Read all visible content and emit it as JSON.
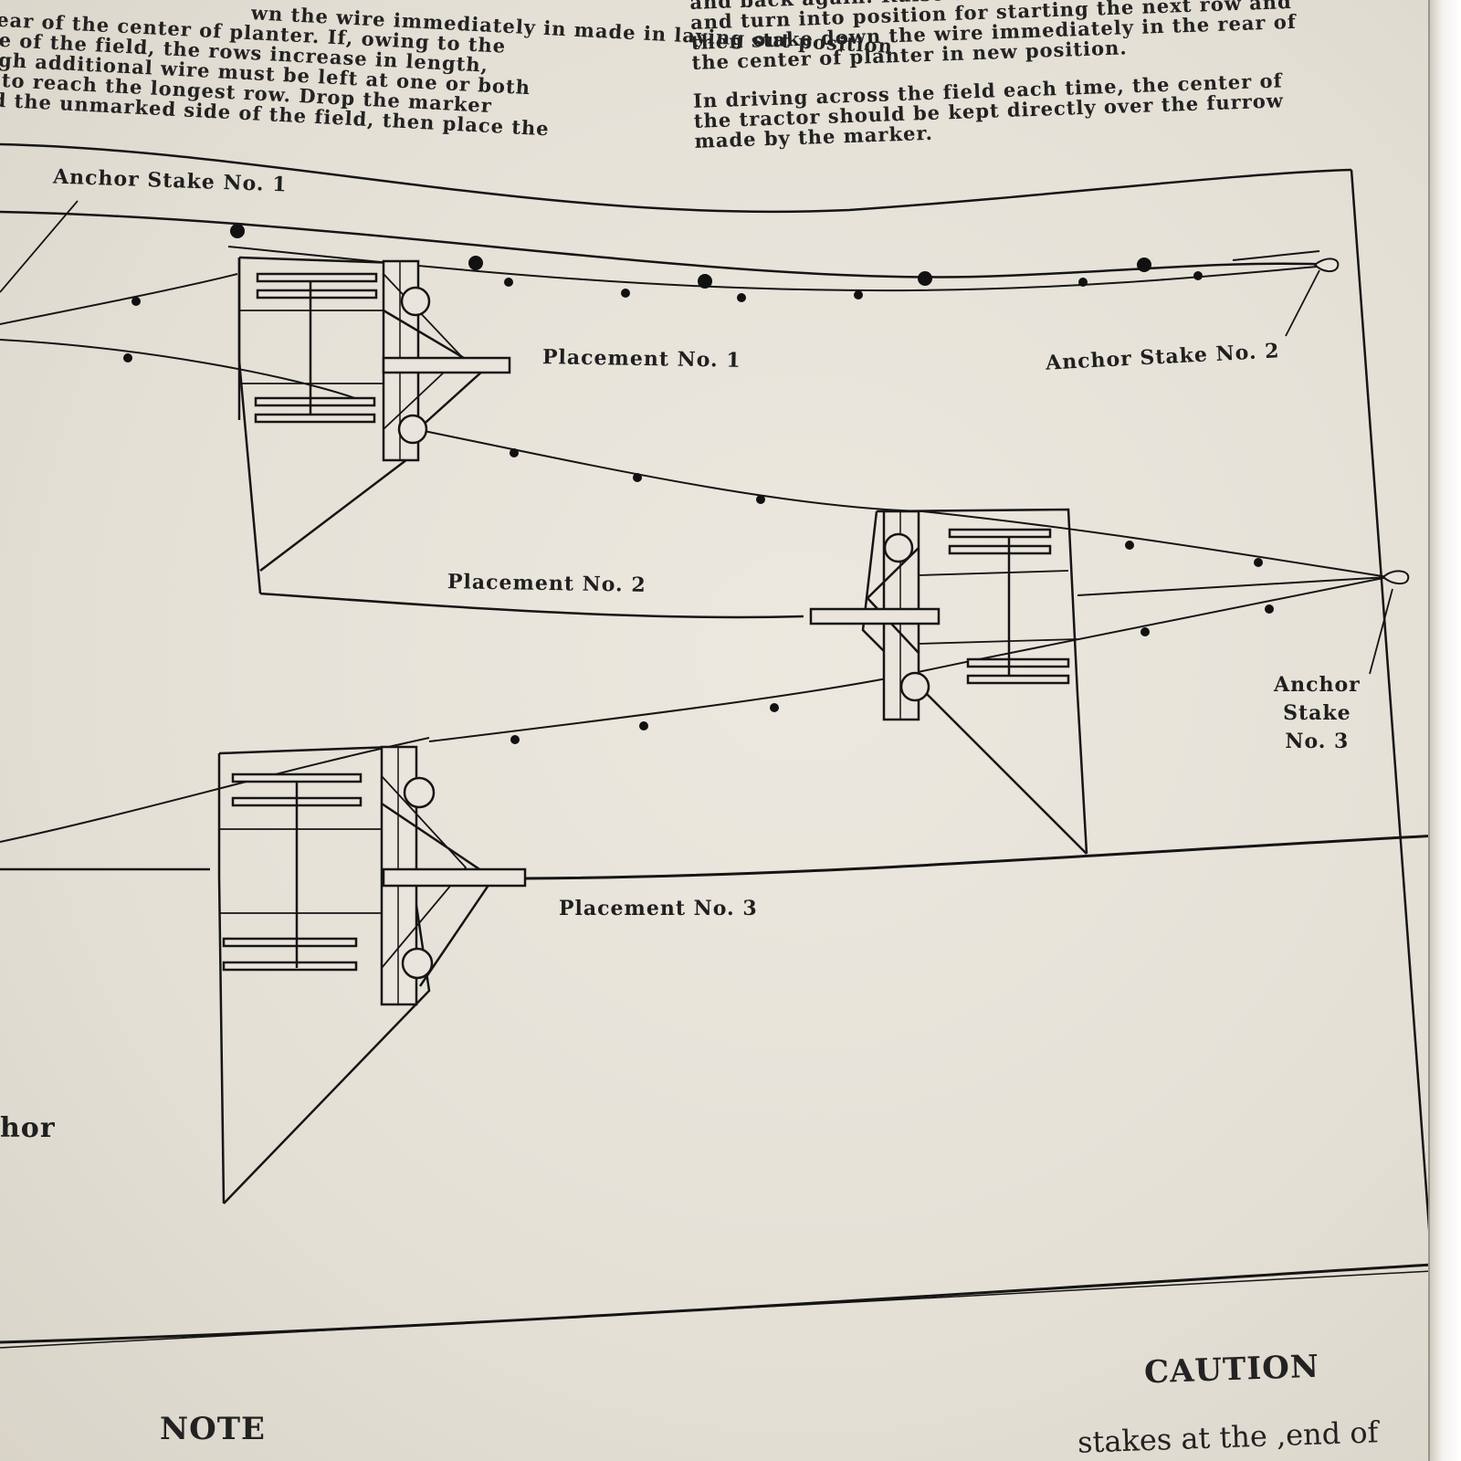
{
  "left_column": [
    "rear of the center of planter.  If, owing to the",
    "pe of the field, the rows increase in length,",
    "ugh additional wire must be left at one or both",
    "s to reach the longest row.  Drop the marker",
    "rd the unmarked side of the field, then place the"
  ],
  "left_column_top_fragment": "wn the wire immediately in      made in laying out      position",
  "right_column_top": [
    "and back again.  Raise the runners out of the g",
    "and turn into position for starting the next row and",
    "then stake down the wire immediately in the rear of",
    "the center of planter in new position."
  ],
  "right_column_bottom": [
    "In driving across the field each time, the center of",
    "the tractor should be kept directly over the furrow",
    "made by the marker."
  ],
  "labels": {
    "anchor1": "Anchor Stake No. 1",
    "anchor2": "Anchor Stake No. 2",
    "anchor3_line1": "Anchor",
    "anchor3_line2": "Stake",
    "anchor3_line3": "No. 3",
    "placement1": "Placement No. 1",
    "placement2": "Placement No. 2",
    "placement3": "Placement No. 3",
    "anchor_partial": "hor"
  },
  "headings": {
    "caution": "CAUTION",
    "note": "NOTE"
  },
  "bottom_text": "stakes at the ,end of"
}
